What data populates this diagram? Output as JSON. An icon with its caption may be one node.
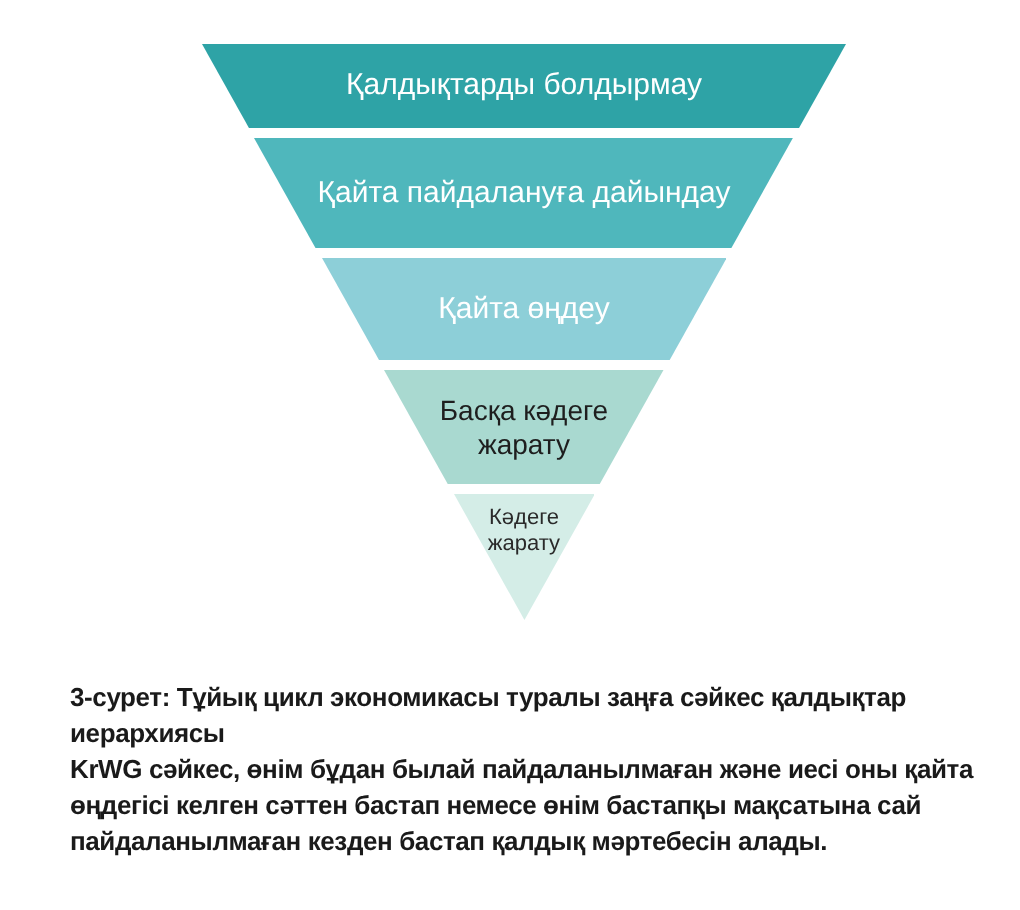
{
  "diagram": {
    "caption": "3-сурет: Тұйық цикл экономикасы туралы заңға сәйкес қалдықтар иерархиясы",
    "nodes": [
      {
        "text": [
          "Қалдықтарды болдырмау"
        ]
      },
      {
        "text": [
          "Қайта пайдалануға дайындау"
        ]
      },
      {
        "text": [
          "Қайта өңдеу"
        ]
      },
      {
        "text": [
          "Басқа кәдеге жарату"
        ]
      },
      {
        "text": [
          "Кәдеге жарату"
        ]
      }
    ],
    "labels": [
      "KrWG сәйкес, өнім бұдан былай пайдаланылмаған және иесі оны қайта өңдегісі келген сәттен бастап немесе өнім бастапқы мақсатына сай пайдаланылмаған кезден бастап қалдық мәртебесін алады."
    ]
  }
}
